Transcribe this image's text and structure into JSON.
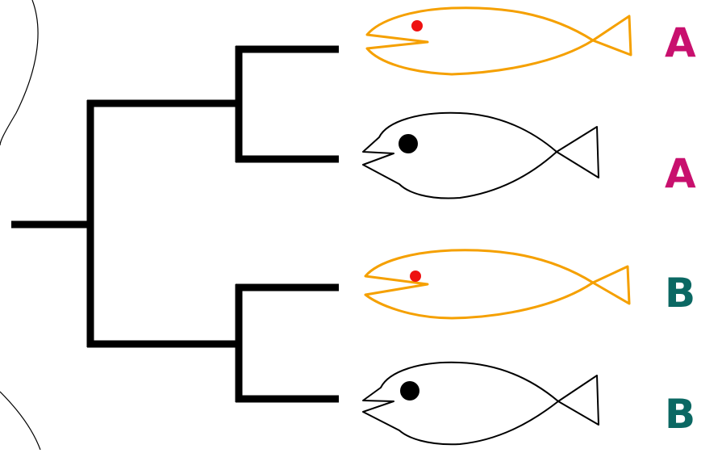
{
  "colors": {
    "tree": "#000000",
    "orange_fish": "#F5A000",
    "orange_eye": "#EE1111",
    "black_fish": "#000000",
    "label_a": "#C8106E",
    "label_b": "#0B6863"
  },
  "leaves": [
    {
      "label": "A",
      "fish": "orange-fish-red-eye"
    },
    {
      "label": "A",
      "fish": "black-outline-fish"
    },
    {
      "label": "B",
      "fish": "orange-fish-red-eye"
    },
    {
      "label": "B",
      "fish": "black-outline-fish"
    }
  ]
}
